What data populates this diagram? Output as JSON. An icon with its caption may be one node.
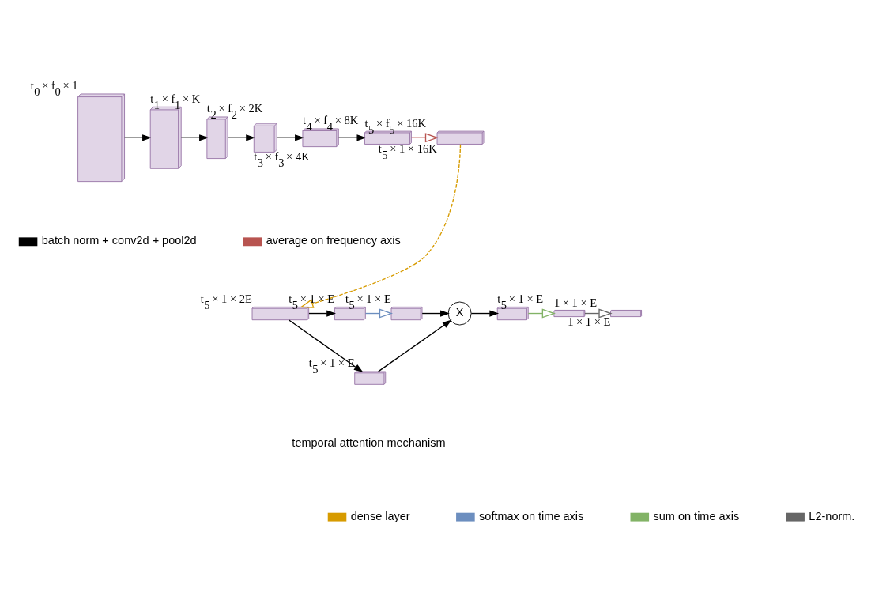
{
  "diagram": {
    "nodes": [
      {
        "text": [],
        "shape": "box",
        "beside": [
          "t$_{0}$ × f$_{0}$ × 1"
        ]
      },
      {
        "text": [],
        "shape": "box",
        "beside": [
          "t$_{1}$ × f$_{1}$ × K"
        ]
      },
      {
        "text": [],
        "shape": "box",
        "beside": [
          "t$_{2}$ × f$_{2}$ × 2K"
        ]
      },
      {
        "text": [],
        "shape": "box",
        "beside": [
          "t$_{3}$ × f$_{3}$ × 4K"
        ]
      },
      {
        "text": [],
        "shape": "box",
        "beside": [
          "t$_{4}$ × f$_{4}$ × 8K"
        ]
      },
      {
        "text": [],
        "shape": "box",
        "beside": [
          "t$_{5}$ × f$_{5}$ × 16K"
        ]
      },
      {
        "text": [],
        "shape": "box",
        "beside": [
          "t$_{5}$ × 1 × 16K"
        ]
      },
      {
        "text": [],
        "shape": "box",
        "beside": [
          "t$_{5}$ × 1 × 2E"
        ]
      },
      {
        "text": [],
        "shape": "box",
        "beside": [
          "t$_{5}$ × 1 × E"
        ]
      },
      {
        "text": [],
        "shape": "box",
        "beside": [
          "t$_{5}$ × 1 × E"
        ]
      },
      {
        "text": [],
        "shape": "box",
        "beside": [
          "t$_{5}$ × 1 × E"
        ]
      },
      {
        "text": [
          "X"
        ]
      },
      {
        "text": [],
        "shape": "box",
        "beside": [
          "t$_{5}$ × 1 × E"
        ]
      },
      {
        "text": [],
        "shape": "box",
        "beside": [
          "1 × 1 × E"
        ]
      },
      {
        "text": [],
        "shape": "box",
        "beside": [
          "1 × 1 × E"
        ]
      }
    ],
    "edges": [
      {
        "from": 0,
        "to": 1,
        "arrow": "to"
      },
      {
        "from": 1,
        "to": 2,
        "arrow": "to"
      },
      {
        "from": 2,
        "to": 3,
        "arrow": "to"
      },
      {
        "from": 3,
        "to": 4,
        "arrow": "to"
      },
      {
        "from": 4,
        "to": 5,
        "arrow": "to"
      },
      {
        "from": 5,
        "to": 6,
        "arrow": "to",
        "color": "#b85450"
      },
      {
        "from": 6,
        "to": 7,
        "arrow": "to",
        "style": "dashed",
        "color": "#d79b00"
      },
      {
        "from": 7,
        "to": 8,
        "arrow": "to"
      },
      {
        "from": 7,
        "to": 9,
        "arrow": "to"
      },
      {
        "from": 8,
        "to": 10,
        "arrow": "to",
        "color": "#6c8ebf"
      },
      {
        "from": 10,
        "to": 11,
        "arrow": "to"
      },
      {
        "from": 9,
        "to": 11,
        "arrow": "to"
      },
      {
        "from": 11,
        "to": 12,
        "arrow": "to"
      },
      {
        "from": 12,
        "to": 13,
        "arrow": "to",
        "color": "#82b366"
      },
      {
        "from": 13,
        "to": 14,
        "arrow": "to",
        "color": "#666666"
      }
    ],
    "labels": [
      "temporal attention mechanism"
    ],
    "legend": [
      {
        "text": "batch norm + conv2d + pool2d",
        "color": "#000000"
      },
      {
        "text": "average on frequency axis",
        "color": "#b85450"
      },
      {
        "text": "dense layer",
        "color": "#d79b00"
      },
      {
        "text": "softmax on time axis",
        "color": "#6c8ebf"
      },
      {
        "text": "sum on time axis",
        "color": "#82b366"
      },
      {
        "text": "L2-norm.",
        "color": "#666666"
      }
    ]
  }
}
